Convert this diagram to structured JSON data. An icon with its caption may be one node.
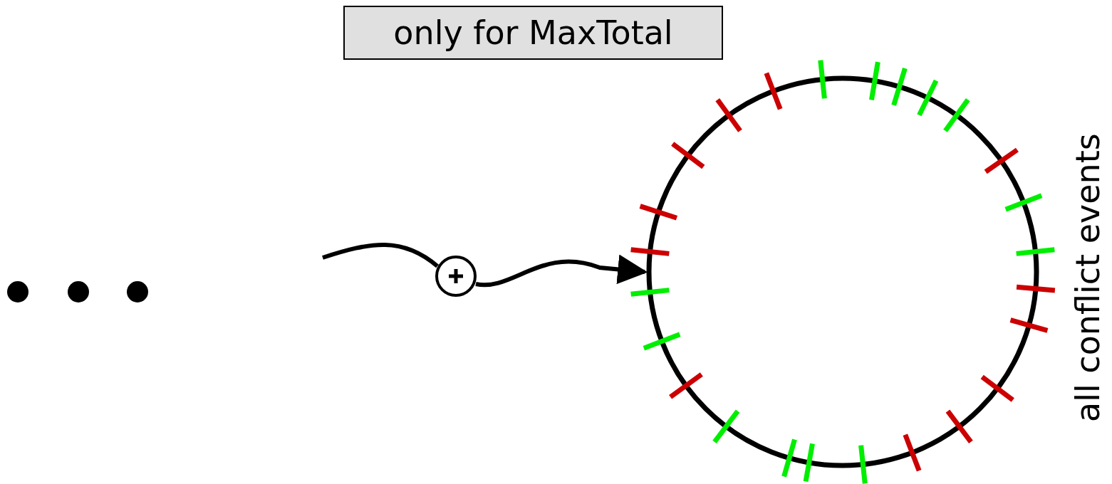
{
  "diagram": {
    "nodes": [
      {
        "text": [
          "only for MaxTotal"
        ]
      },
      {
        "text": [],
        "shape": "circle"
      },
      {
        "text": [],
        "shape": "circle",
        "beside": [
          "all conflict events"
        ]
      }
    ],
    "edges": [
      {
        "from": null,
        "to": 1,
        "arrow": "none"
      },
      {
        "from": 1,
        "to": 2,
        "arrow": "to"
      }
    ]
  }
}
